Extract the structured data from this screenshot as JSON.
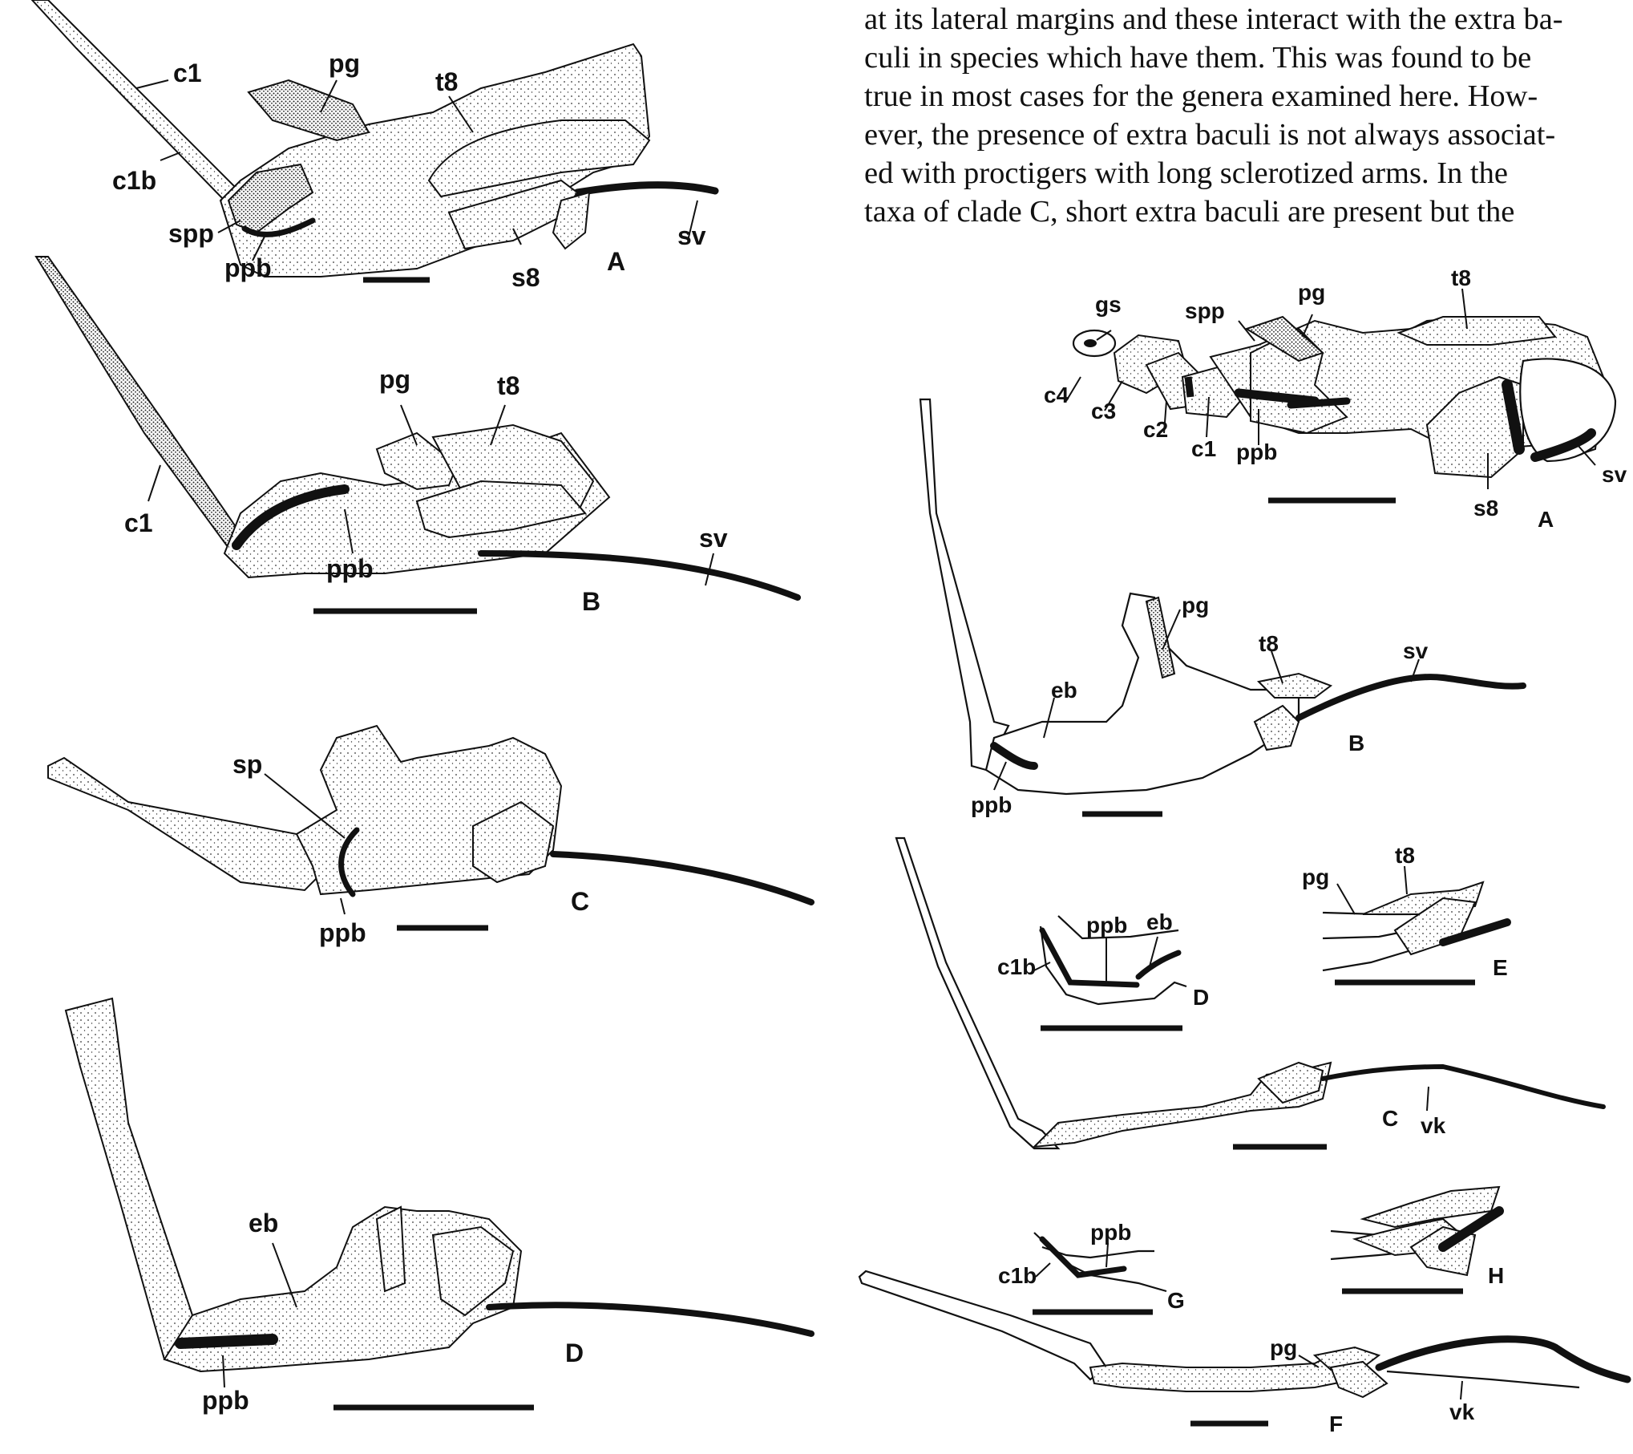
{
  "body_text": {
    "lines": [
      "at its lateral margins and these interact with the extra ba-",
      "culi in species which have them. This was found to be",
      "true in most cases for the genera examined here. How-",
      "ever, the presence of extra baculi is not always associat-",
      "ed with proctigers with long sclerotized arms. In the",
      "taxa of clade C, short extra baculi are present but the"
    ]
  },
  "left_figure": {
    "panel_A": {
      "panel": "A",
      "c1": "c1",
      "c1b": "c1b",
      "pg": "pg",
      "t8": "t8",
      "spp": "spp",
      "ppb": "ppb",
      "s8": "s8",
      "sv": "sv"
    },
    "panel_B": {
      "panel": "B",
      "c1": "c1",
      "pg": "pg",
      "t8": "t8",
      "ppb": "ppb",
      "sv": "sv"
    },
    "panel_C": {
      "panel": "C",
      "sp": "sp",
      "ppb": "ppb"
    },
    "panel_D": {
      "panel": "D",
      "eb": "eb",
      "ppb": "ppb"
    }
  },
  "right_figure": {
    "panel_A": {
      "panel": "A",
      "gs": "gs",
      "spp": "spp",
      "pg": "pg",
      "t8": "t8",
      "c4": "c4",
      "c3": "c3",
      "c2": "c2",
      "c1": "c1",
      "ppb": "ppb",
      "s8": "s8",
      "sv": "sv"
    },
    "panel_B": {
      "panel": "B",
      "pg": "pg",
      "t8": "t8",
      "sv": "sv",
      "eb": "eb",
      "ppb": "ppb"
    },
    "panel_D": {
      "panel": "D",
      "ppb": "ppb",
      "eb": "eb",
      "c1b": "c1b"
    },
    "panel_E": {
      "panel": "E",
      "pg": "pg",
      "t8": "t8"
    },
    "panel_C": {
      "panel": "C",
      "vk": "vk"
    },
    "panel_G": {
      "panel": "G",
      "ppb": "ppb",
      "c1b": "c1b"
    },
    "panel_H": {
      "panel": "H"
    },
    "panel_F": {
      "panel": "F",
      "pg": "pg",
      "vk": "vk"
    }
  }
}
